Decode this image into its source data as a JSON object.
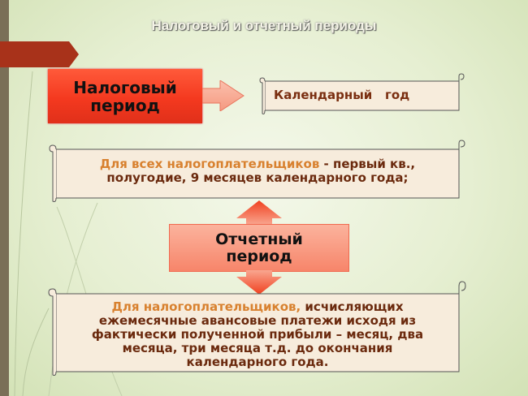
{
  "slide": {
    "title": "Налоговый и отчетный периоды",
    "colors": {
      "background": "#e9f0d8",
      "left_bar": "#7a6f57",
      "red_tab": "#a8321a",
      "tax_box": "#f4391f",
      "report_box": "#f8a088",
      "scroll_fill": "#f7ecdc",
      "text_orange": "#d8812f",
      "text_dark": "#6b2a0e"
    }
  },
  "tax_period": {
    "label_line1": "Налоговый",
    "label_line2": "период",
    "arrow_icon": "arrow-right-icon",
    "value": "Календарный   год"
  },
  "reporting_general": {
    "highlight": "Для всех налогоплательщиков",
    "text_line1_rest": " - первый кв.,",
    "text_line2": "полугодие,  9  месяцев  календарного  года;"
  },
  "reporting_period": {
    "label_line1": "Отчетный",
    "label_line2": "период",
    "arrow_icon": "double-arrow-vertical-icon"
  },
  "reporting_monthly": {
    "highlight": "Для налогоплательщиков,",
    "line1_rest": " исчисляющих",
    "line2": "ежемесячные авансовые платежи исходя из",
    "line3": "фактически полученной прибыли – месяц, два",
    "line4": "месяца, три месяца т.д. до окончания",
    "line5": "календарного года."
  }
}
